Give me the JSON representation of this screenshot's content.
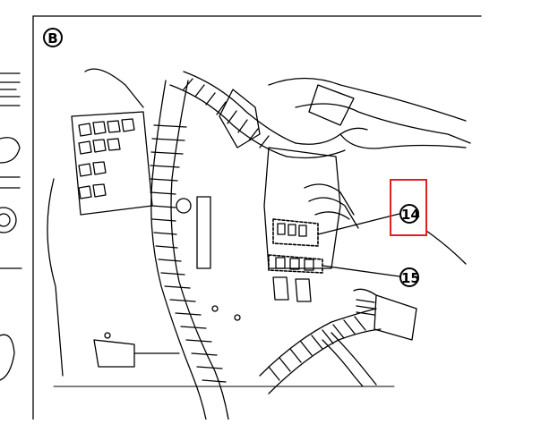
{
  "panel_label": "B",
  "callouts": [
    {
      "id": "14",
      "label": "14"
    },
    {
      "id": "15",
      "label": "15"
    }
  ],
  "colors": {
    "line": "#000000",
    "background": "#ffffff",
    "highlight": "#e02020"
  }
}
